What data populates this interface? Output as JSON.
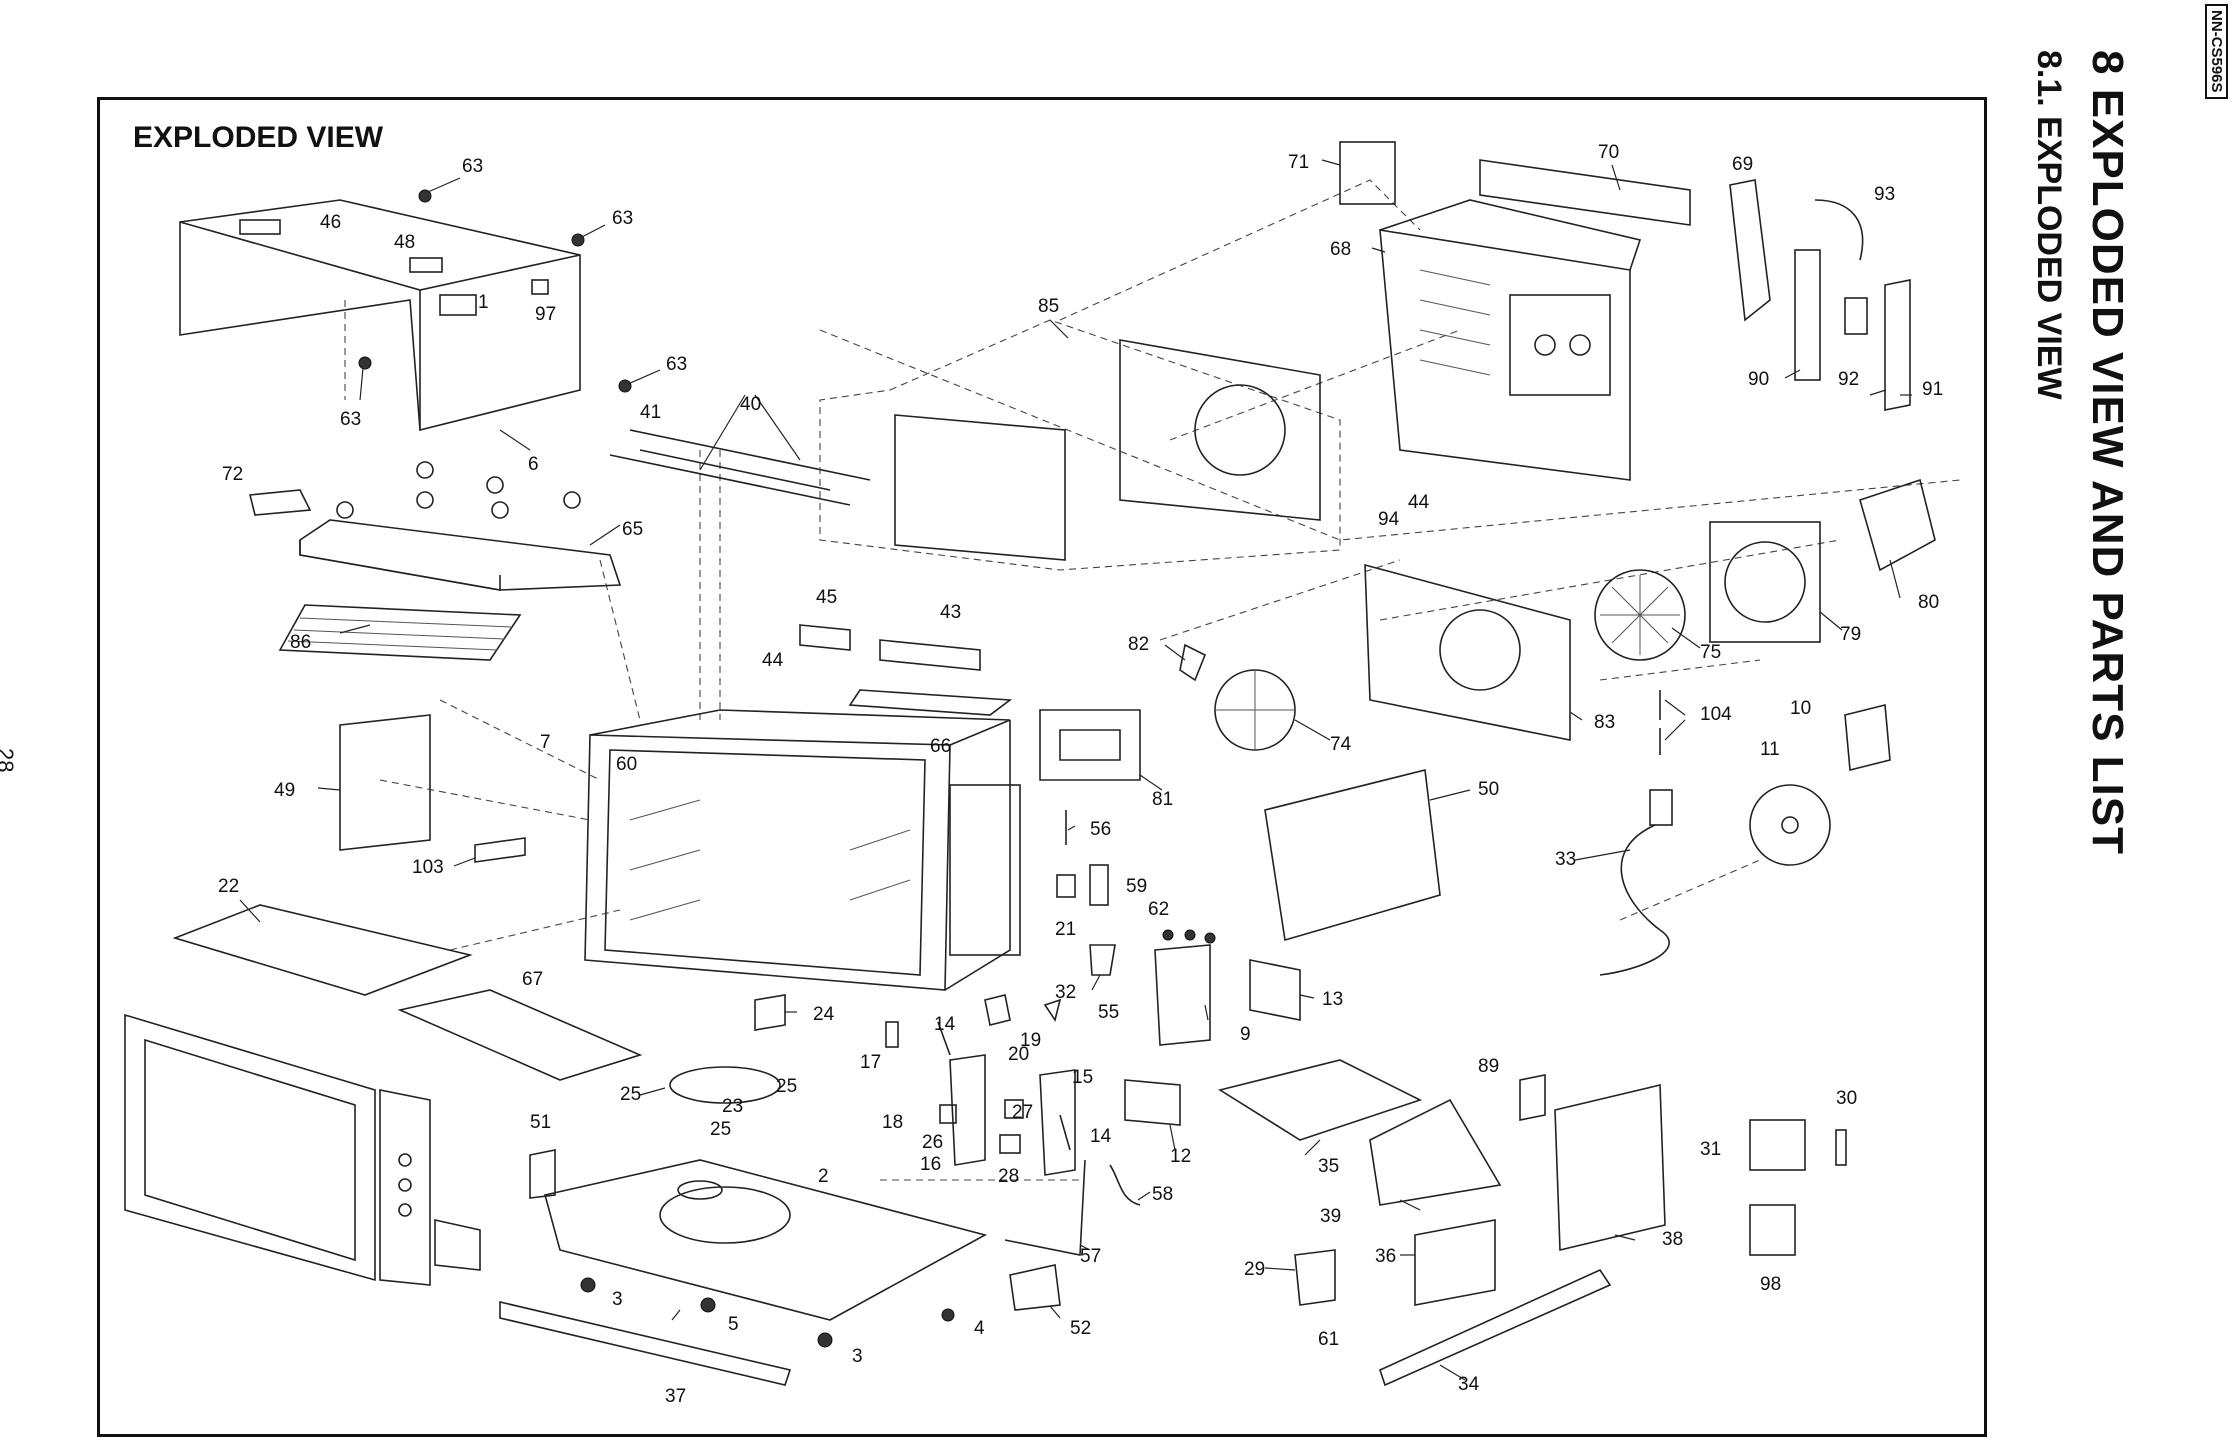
{
  "doc": {
    "model_tag": "NN-CS596S",
    "section_title": "8    EXPLODED VIEW AND PARTS LIST",
    "subsection_title": "8.1.    EXPLODED VIEW",
    "page_number": "28"
  },
  "frame": {
    "title": "EXPLODED VIEW"
  },
  "callouts": [
    "63",
    "63",
    "46",
    "48",
    "1",
    "97",
    "63",
    "63",
    "6",
    "72",
    "65",
    "86",
    "41",
    "40",
    "85",
    "71",
    "70",
    "68",
    "69",
    "93",
    "90",
    "92",
    "91",
    "94",
    "44",
    "80",
    "79",
    "75",
    "83",
    "104",
    "74",
    "82",
    "81",
    "45",
    "43",
    "44",
    "66",
    "7",
    "60",
    "49",
    "103",
    "22",
    "56",
    "21",
    "59",
    "62",
    "50",
    "10",
    "11",
    "33",
    "13",
    "9",
    "55",
    "32",
    "19",
    "20",
    "67",
    "24",
    "14",
    "17",
    "18",
    "26",
    "16",
    "27",
    "28",
    "15",
    "14",
    "12",
    "58",
    "25",
    "23",
    "25",
    "25",
    "51",
    "2",
    "3",
    "5",
    "3",
    "4",
    "52",
    "57",
    "37",
    "35",
    "89",
    "39",
    "30",
    "31",
    "38",
    "36",
    "29",
    "61",
    "34",
    "98"
  ]
}
